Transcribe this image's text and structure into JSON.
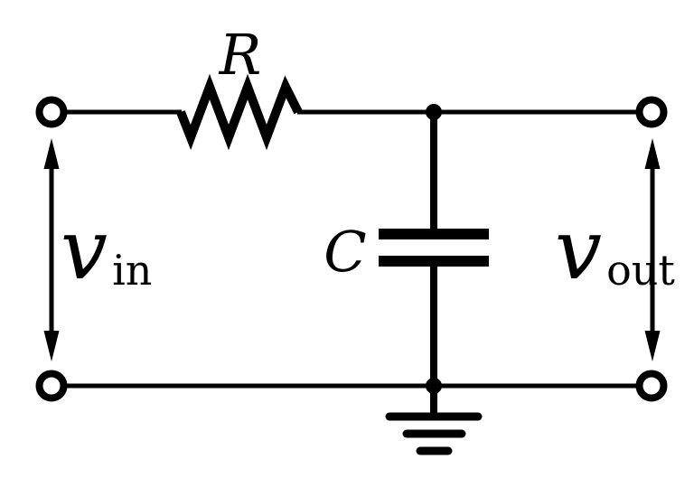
{
  "labels": {
    "resistor": "R",
    "capacitor": "C",
    "input_voltage": {
      "base": "v",
      "subscript": "in"
    },
    "output_voltage": {
      "base": "v",
      "subscript": "out"
    }
  },
  "colors": {
    "stroke": "#000000",
    "background": "#ffffff"
  }
}
